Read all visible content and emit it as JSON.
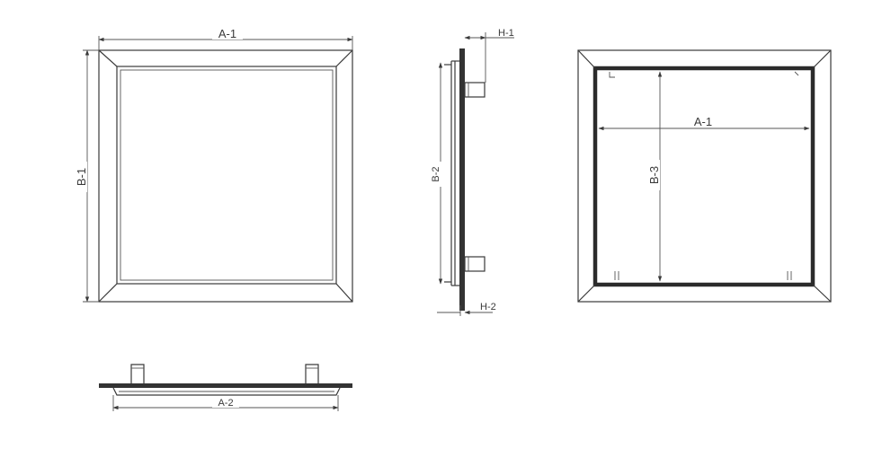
{
  "labels": {
    "front_width": "A-1",
    "front_height": "B-1",
    "side_height": "B-2",
    "side_depth_top": "H-1",
    "side_depth_bottom": "H-2",
    "back_width": "A-1",
    "back_height": "B-3",
    "bottom_width": "A-2"
  },
  "colors": {
    "stroke": "#3a3a3a",
    "frame": "#2b2b2b"
  }
}
